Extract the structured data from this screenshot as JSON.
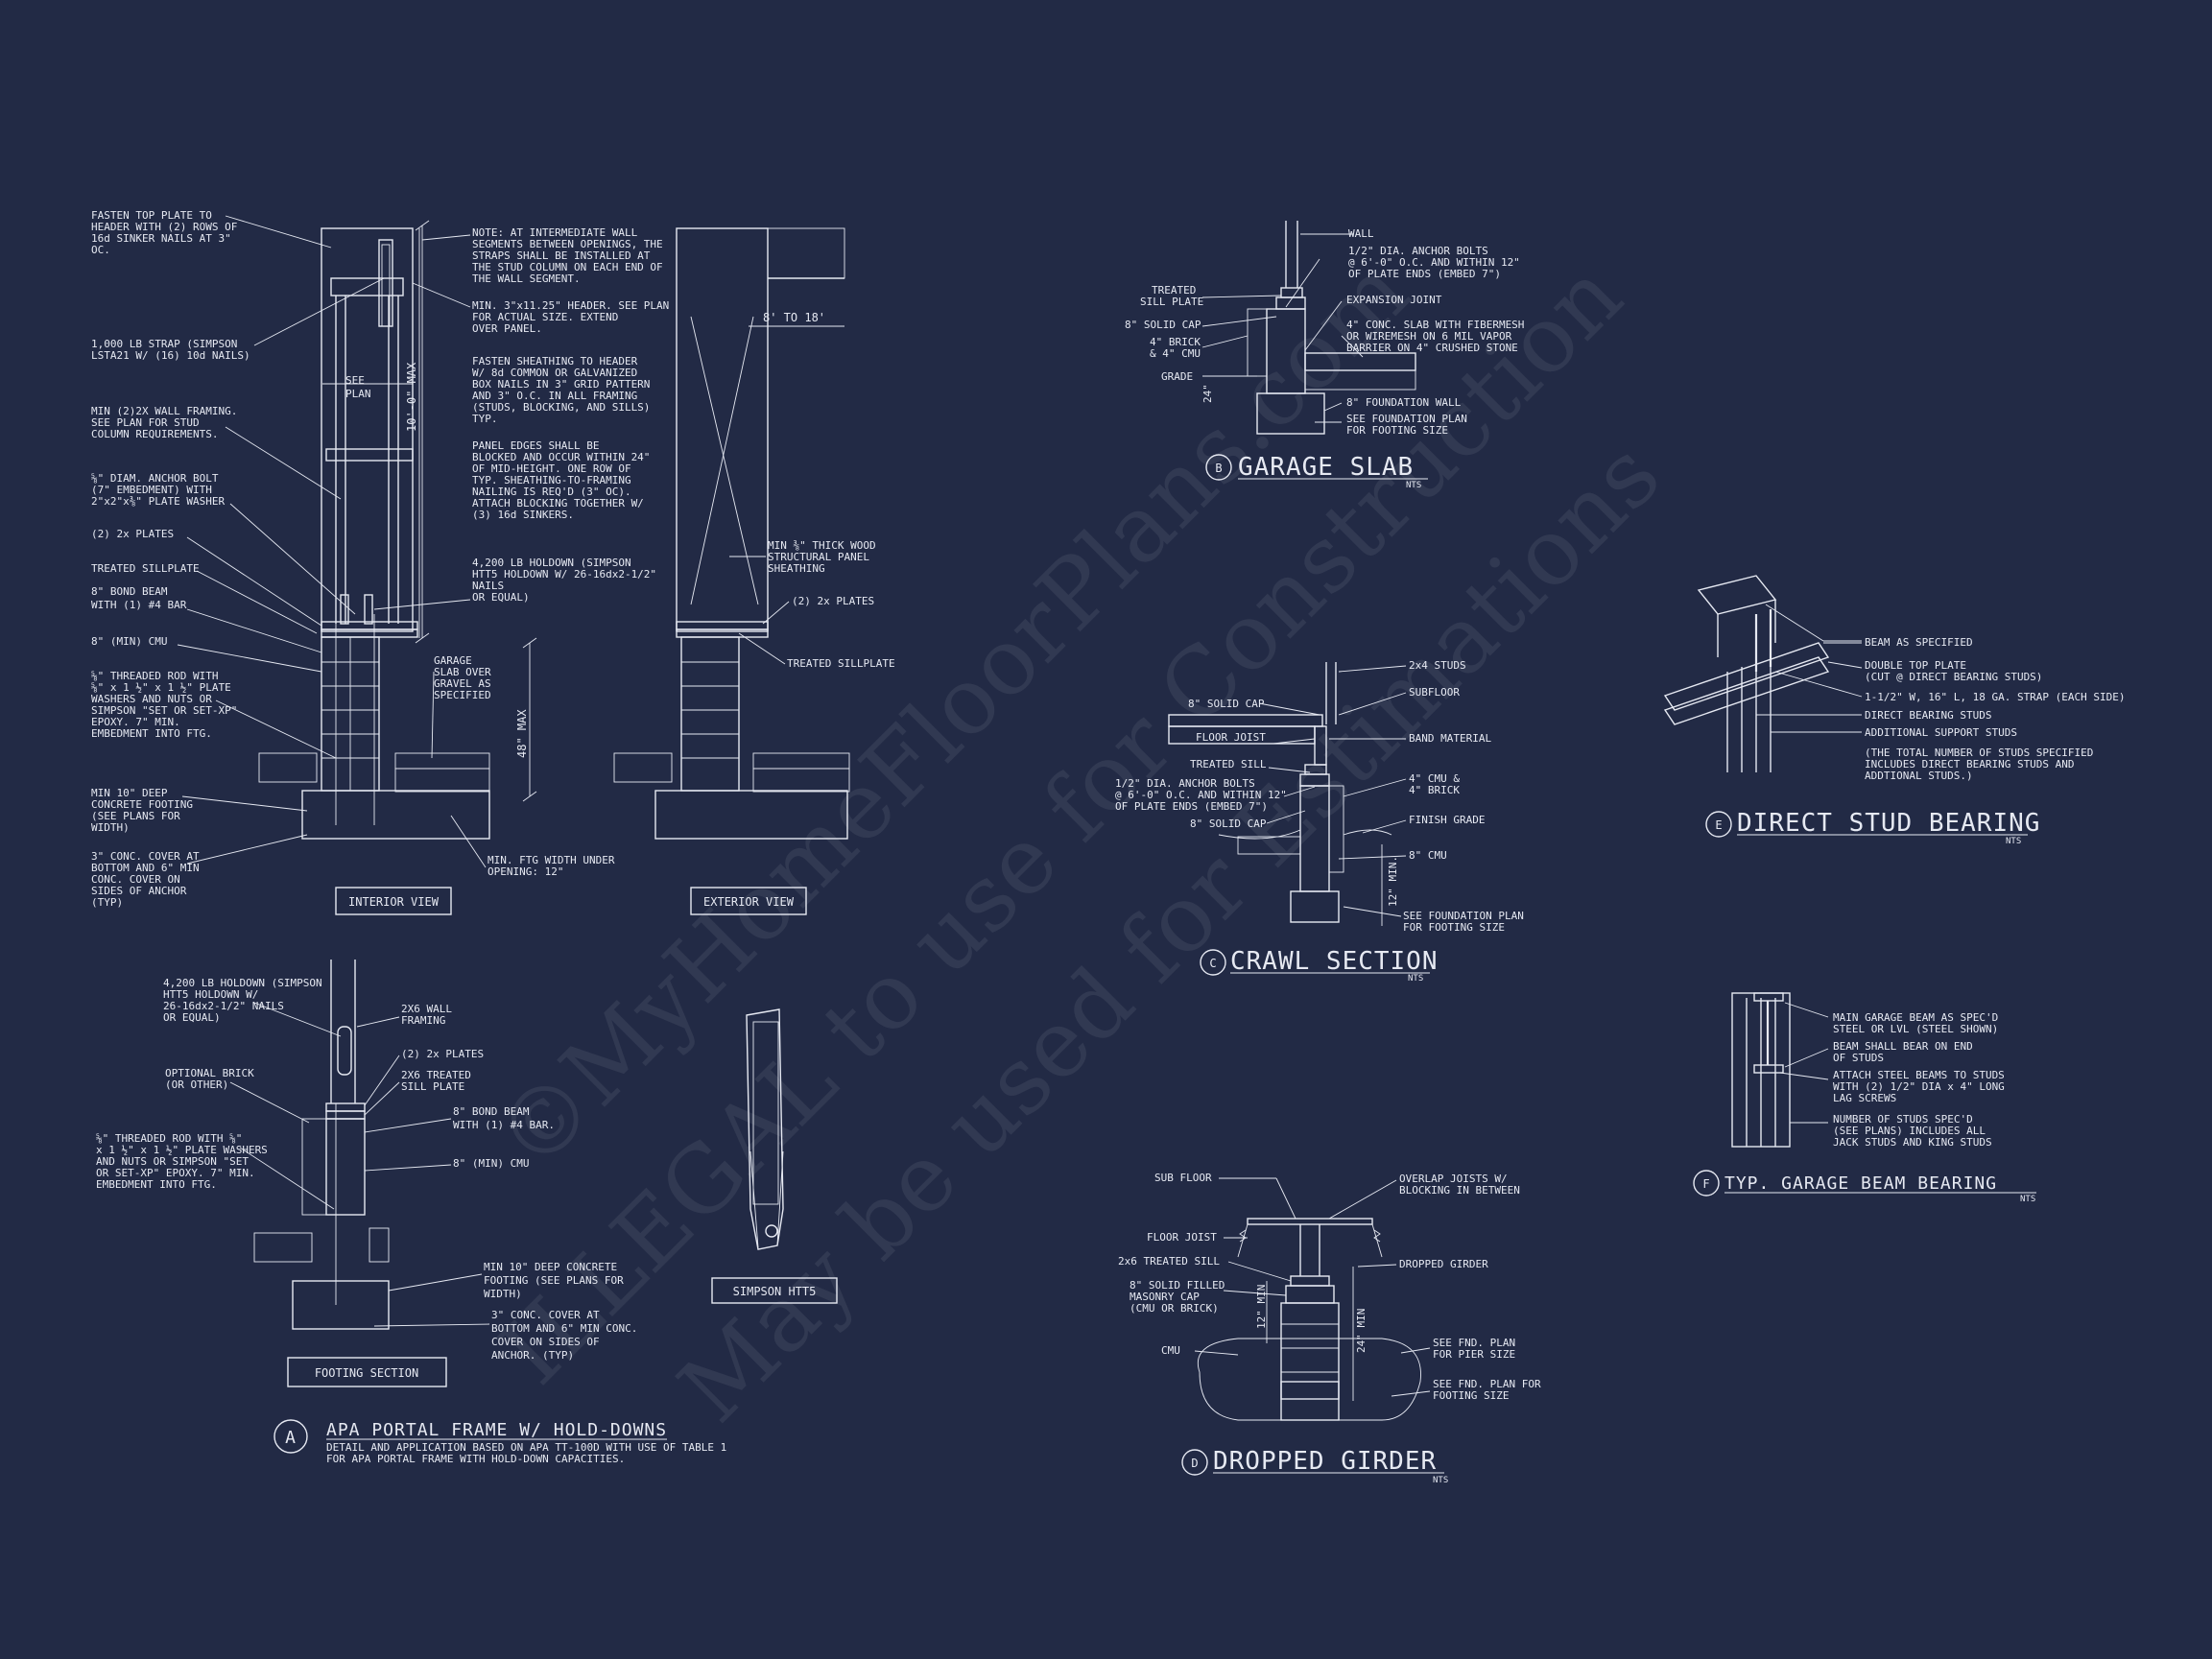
{
  "colors": {
    "background": "#222a45",
    "linework": "#e6e9f2"
  },
  "detail_a": {
    "interior": {
      "callouts": [
        [
          "FASTEN TOP PLATE TO",
          "HEADER WITH (2) ROWS OF",
          "16d SINKER NAILS AT 3\"",
          "OC."
        ],
        [
          "1,000 LB STRAP (SIMPSON",
          "LSTA21 W/ (16) 10d NAILS)"
        ],
        [
          "MIN (2)2X WALL FRAMING.",
          "SEE PLAN FOR STUD",
          "COLUMN REQUIREMENTS."
        ],
        [
          "⅝\" DIAM. ANCHOR BOLT",
          "(7\" EMBEDMENT) WITH",
          "2\"x2\"x⅜\" PLATE WASHER"
        ],
        [
          "(2) 2x PLATES"
        ],
        [
          "TREATED SILLPLATE"
        ],
        [
          "8\" BOND BEAM",
          "WITH (1) #4 BAR"
        ],
        [
          "8\" (MIN) CMU"
        ],
        [
          "⅝\" THREADED ROD WITH",
          "⅝\" x 1 ½\" x 1 ½\" PLATE",
          "WASHERS AND NUTS OR",
          "SIMPSON \"SET OR SET-XP\"",
          "EPOXY.  7\" MIN.",
          "EMBEDMENT INTO FTG."
        ],
        [
          "MIN 10\" DEEP",
          "CONCRETE FOOTING",
          "(SEE PLANS FOR",
          "WIDTH)"
        ],
        [
          "3\" CONC. COVER AT",
          "BOTTOM AND 6\" MIN",
          "CONC. COVER ON",
          "SIDES OF ANCHOR",
          "(TYP)"
        ]
      ],
      "notes_right": [
        [
          "NOTE: AT INTERMEDIATE WALL",
          "SEGMENTS BETWEEN OPENINGS, THE",
          "STRAPS SHALL BE INSTALLED AT",
          "THE STUD COLUMN ON EACH END OF",
          "THE WALL SEGMENT."
        ],
        [
          "MIN. 3\"x11.25\" HEADER. SEE PLAN",
          "FOR ACTUAL SIZE. EXTEND",
          "OVER PANEL."
        ],
        [
          "FASTEN SHEATHING TO HEADER",
          "W/ 8d COMMON OR GALVANIZED",
          "BOX NAILS IN 3\" GRID PATTERN",
          "AND 3\" O.C. IN ALL FRAMING",
          "(STUDS, BLOCKING, AND SILLS)",
          "TYP."
        ],
        [
          "PANEL EDGES SHALL BE",
          "BLOCKED AND OCCUR WITHIN 24\"",
          "OF MID-HEIGHT. ONE ROW OF",
          "TYP. SHEATHING-TO-FRAMING",
          "NAILING IS REQ'D (3\" OC).",
          "ATTACH BLOCKING TOGETHER W/",
          "(3) 16d SINKERS."
        ],
        [
          "4,200 LB HOLDOWN (SIMPSON",
          "HTT5 HOLDOWN W/ 26-16dx2-1/2\"",
          "NAILS",
          "OR EQUAL)"
        ],
        [
          "GARAGE",
          "SLAB OVER",
          "GRAVEL AS",
          "SPECIFIED"
        ]
      ],
      "see_plan": [
        "SEE",
        "PLAN"
      ],
      "dim_height": "10'-0\" MAX",
      "dim_footing": "48\" MAX",
      "min_ftg": [
        "MIN. FTG WIDTH UNDER",
        "OPENING: 12\""
      ],
      "view_label": "INTERIOR VIEW"
    },
    "exterior": {
      "dim_span": "8' TO 18'",
      "callouts": [
        [
          "MIN ⅜\" THICK WOOD",
          "STRUCTURAL PANEL",
          "SHEATHING"
        ],
        [
          "(2) 2x PLATES"
        ],
        [
          "TREATED SILLPLATE"
        ]
      ],
      "view_label": "EXTERIOR VIEW"
    },
    "footing": {
      "callouts_left": [
        [
          "4,200 LB HOLDOWN (SIMPSON",
          "HTT5 HOLDOWN W/",
          "26-16dx2-1/2\" NAILS",
          "OR EQUAL)"
        ],
        [
          "OPTIONAL BRICK",
          "(OR OTHER)"
        ],
        [
          "⅝\" THREADED ROD WITH ⅝\"",
          "x 1 ½\" x 1 ½\" PLATE WASHERS",
          "AND NUTS OR SIMPSON \"SET",
          "OR SET-XP\" EPOXY.  7\" MIN.",
          "EMBEDMENT INTO FTG."
        ]
      ],
      "callouts_right": [
        [
          "2X6 WALL",
          "FRAMING"
        ],
        [
          "(2) 2x PLATES"
        ],
        [
          "2X6 TREATED",
          "SILL PLATE"
        ],
        [
          "8\" BOND BEAM",
          "WITH (1) #4 BAR."
        ],
        [
          "8\" (MIN) CMU"
        ],
        [
          "MIN 10\" DEEP CONCRETE",
          "FOOTING (SEE PLANS FOR",
          "WIDTH)"
        ],
        [
          "3\" CONC. COVER AT",
          "BOTTOM AND 6\" MIN CONC.",
          "COVER ON SIDES OF",
          "ANCHOR. (TYP)"
        ]
      ],
      "view_label": "FOOTING SECTION",
      "simpson_label": "SIMPSON HTT5"
    },
    "mark": "A",
    "title": "APA PORTAL FRAME W/ HOLD-DOWNS",
    "subtitle": [
      "DETAIL AND APPLICATION BASED ON APA TT-100D WITH USE OF TABLE 1",
      "FOR APA PORTAL FRAME WITH HOLD-DOWN CAPACITIES."
    ]
  },
  "detail_b": {
    "mark": "B",
    "title": "GARAGE SLAB",
    "nts": "NTS",
    "left": [
      "TREATED",
      "SILL PLATE",
      "8\" SOLID CAP",
      "4\" BRICK",
      "& 4\" CMU",
      "GRADE"
    ],
    "right": [
      [
        "WALL"
      ],
      [
        "1/2\" DIA. ANCHOR BOLTS",
        "@ 6'-0\" O.C. AND WITHIN 12\"",
        "OF PLATE ENDS (EMBED 7\")"
      ],
      [
        "EXPANSION JOINT"
      ],
      [
        "4\" CONC. SLAB WITH FIBERMESH",
        "OR WIREMESH ON 6 MIL VAPOR",
        "BARRIER ON 4\" CRUSHED STONE"
      ],
      [
        "8\" FOUNDATION WALL"
      ],
      [
        "SEE FOUNDATION PLAN",
        "FOR FOOTING SIZE"
      ]
    ],
    "dim": "24\""
  },
  "detail_c": {
    "mark": "C",
    "title": "CRAWL SECTION",
    "nts": "NTS",
    "left": [
      [
        "8\" SOLID CAP"
      ],
      [
        "FLOOR JOIST"
      ],
      [
        "TREATED SILL"
      ],
      [
        "1/2\" DIA. ANCHOR BOLTS",
        "@ 6'-0\" O.C. AND WITHIN 12\"",
        "OF PLATE ENDS (EMBED 7\")"
      ],
      [
        "8\" SOLID CAP"
      ]
    ],
    "right": [
      [
        "2x4 STUDS"
      ],
      [
        "SUBFLOOR"
      ],
      [
        "BAND MATERIAL"
      ],
      [
        "4\" CMU &",
        "4\" BRICK"
      ],
      [
        "FINISH GRADE"
      ],
      [
        "8\" CMU"
      ],
      [
        "SEE FOUNDATION PLAN",
        "FOR FOOTING SIZE"
      ]
    ],
    "dim": "12\" MIN."
  },
  "detail_d": {
    "mark": "D",
    "title": "DROPPED GIRDER",
    "nts": "NTS",
    "left": [
      [
        "SUB FLOOR"
      ],
      [
        "FLOOR JOIST"
      ],
      [
        "2x6 TREATED SILL"
      ],
      [
        "8\" SOLID FILLED",
        "MASONRY CAP",
        "(CMU OR BRICK)"
      ],
      [
        "CMU"
      ]
    ],
    "right": [
      [
        "OVERLAP JOISTS W/",
        "BLOCKING IN BETWEEN"
      ],
      [
        "DROPPED GIRDER"
      ],
      [
        "SEE FND. PLAN",
        "FOR PIER SIZE"
      ],
      [
        "SEE FND. PLAN FOR",
        "FOOTING SIZE"
      ]
    ],
    "dim1": "12\" MIN",
    "dim2": "24\" MIN"
  },
  "detail_e": {
    "mark": "E",
    "title": "DIRECT STUD BEARING",
    "nts": "NTS",
    "right": [
      [
        "BEAM AS SPECIFIED"
      ],
      [
        "DOUBLE TOP PLATE",
        "(CUT @ DIRECT BEARING STUDS)"
      ],
      [
        "1-1/2\" W, 16\" L, 18 GA. STRAP (EACH SIDE)"
      ],
      [
        "DIRECT BEARING STUDS"
      ],
      [
        "ADDITIONAL SUPPORT STUDS"
      ],
      [
        "(THE TOTAL NUMBER OF STUDS SPECIFIED",
        "INCLUDES DIRECT BEARING STUDS AND",
        "ADDTIONAL STUDS.)"
      ]
    ]
  },
  "detail_f": {
    "mark": "F",
    "title": "TYP. GARAGE BEAM BEARING",
    "nts": "NTS",
    "right": [
      [
        "MAIN GARAGE BEAM AS SPEC'D",
        "STEEL OR LVL (STEEL SHOWN)"
      ],
      [
        "BEAM SHALL BEAR ON END",
        "OF STUDS"
      ],
      [
        "ATTACH STEEL BEAMS TO STUDS",
        "WITH (2) 1/2\" DIA x 4\" LONG",
        "LAG SCREWS"
      ],
      [
        "NUMBER OF STUDS SPEC'D",
        "(SEE PLANS) INCLUDES ALL",
        "JACK STUDS AND KING STUDS"
      ]
    ]
  },
  "watermark": [
    "©MyHomeFloorPlans.com",
    "ILLEGAL to use for Construction",
    "May be used for Estimations"
  ]
}
